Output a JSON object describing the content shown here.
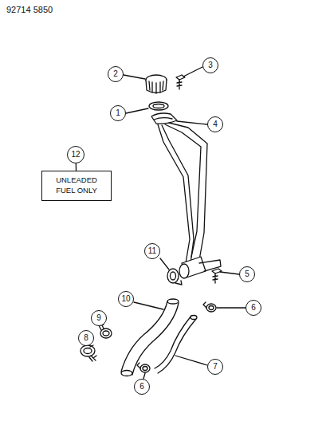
{
  "diagram": {
    "nodes": [
      {
        "text": [
          "2"
        ]
      },
      {
        "text": [
          "3"
        ]
      },
      {
        "text": [
          "1"
        ]
      },
      {
        "text": [
          "4"
        ]
      },
      {
        "text": [
          "12"
        ]
      },
      {
        "text": [
          "UNLEADED FUEL ONLY"
        ]
      },
      {
        "text": [
          "11"
        ]
      },
      {
        "text": [
          "5"
        ]
      },
      {
        "text": [
          "10"
        ]
      },
      {
        "text": [
          "6"
        ]
      },
      {
        "text": [
          "9"
        ]
      },
      {
        "text": [
          "8"
        ]
      },
      {
        "text": [
          "7"
        ]
      },
      {
        "text": [
          "6"
        ]
      }
    ],
    "edges": [
      {
        "from": 4,
        "to": 5,
        "arrow": "none"
      }
    ],
    "labels": [
      "92714 5850"
    ]
  }
}
